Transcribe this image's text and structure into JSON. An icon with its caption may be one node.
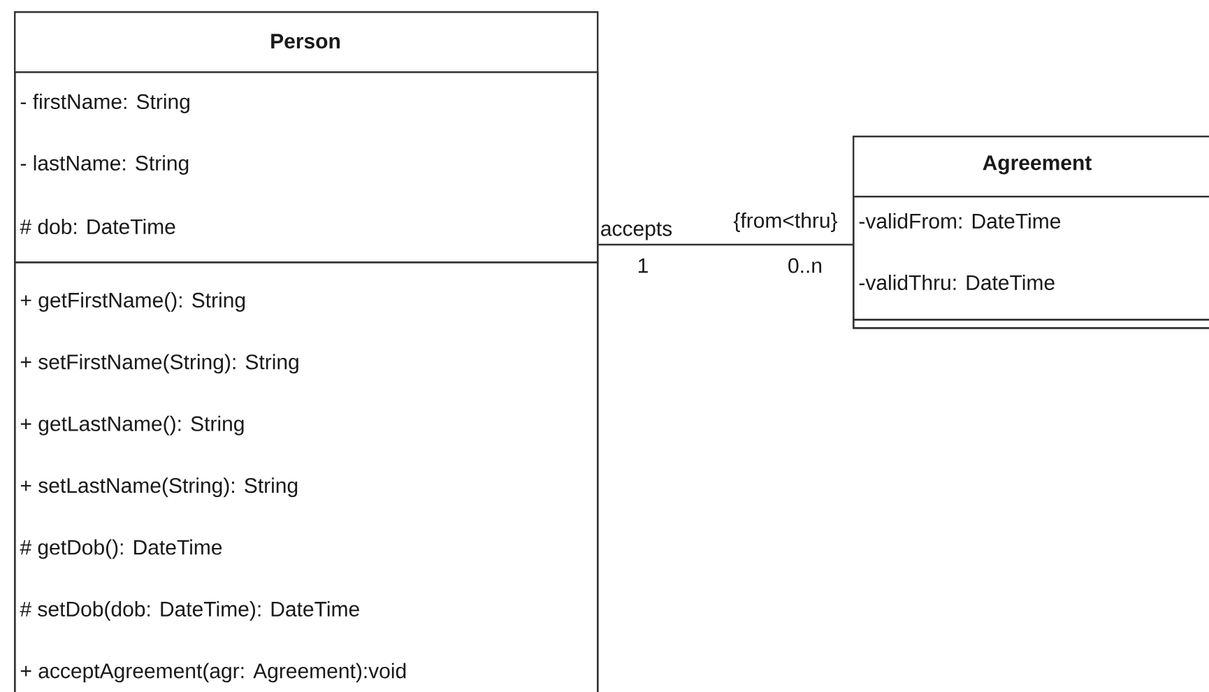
{
  "diagram": {
    "nodes": [
      {
        "text": [
          "Person"
        ]
      },
      {
        "text": [
          "- firstName: String",
          "- lastName: String",
          "# dob: DateTime"
        ],
        "in": 0
      },
      {
        "text": [
          "+ getFirstName(): String",
          "+ setFirstName(String): String",
          "+ getLastName(): String",
          "+ setLastName(String): String",
          "# getDob(): DateTime",
          "# setDob(dob: DateTime): DateTime",
          "+ acceptAgreement(agr: Agreement):void"
        ],
        "in": 0
      },
      {
        "text": [
          "Agreement"
        ]
      },
      {
        "text": [
          "-validFrom: DateTime",
          "-validThru: DateTime"
        ],
        "in": 3
      },
      {
        "text": [],
        "shape": "box",
        "in": 3
      }
    ],
    "edges": [
      {
        "from": 0,
        "to": 3,
        "arrow": "none",
        "label": "accepts"
      }
    ],
    "labels": [
      "{from<thru}",
      "1",
      "0..n"
    ]
  }
}
